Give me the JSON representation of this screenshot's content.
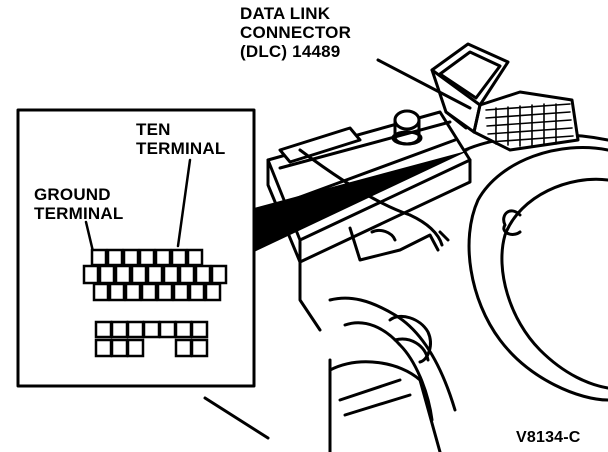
{
  "labels": {
    "dlc": [
      "DATA LINK",
      "CONNECTOR",
      "(DLC) 14489"
    ],
    "ten_terminal": [
      "TEN",
      "TERMINAL"
    ],
    "ground_terminal": [
      "GROUND",
      "TERMINAL"
    ],
    "figure_id": "V8134-C"
  },
  "colors": {
    "ink": "#000000",
    "paper": "#ffffff"
  }
}
